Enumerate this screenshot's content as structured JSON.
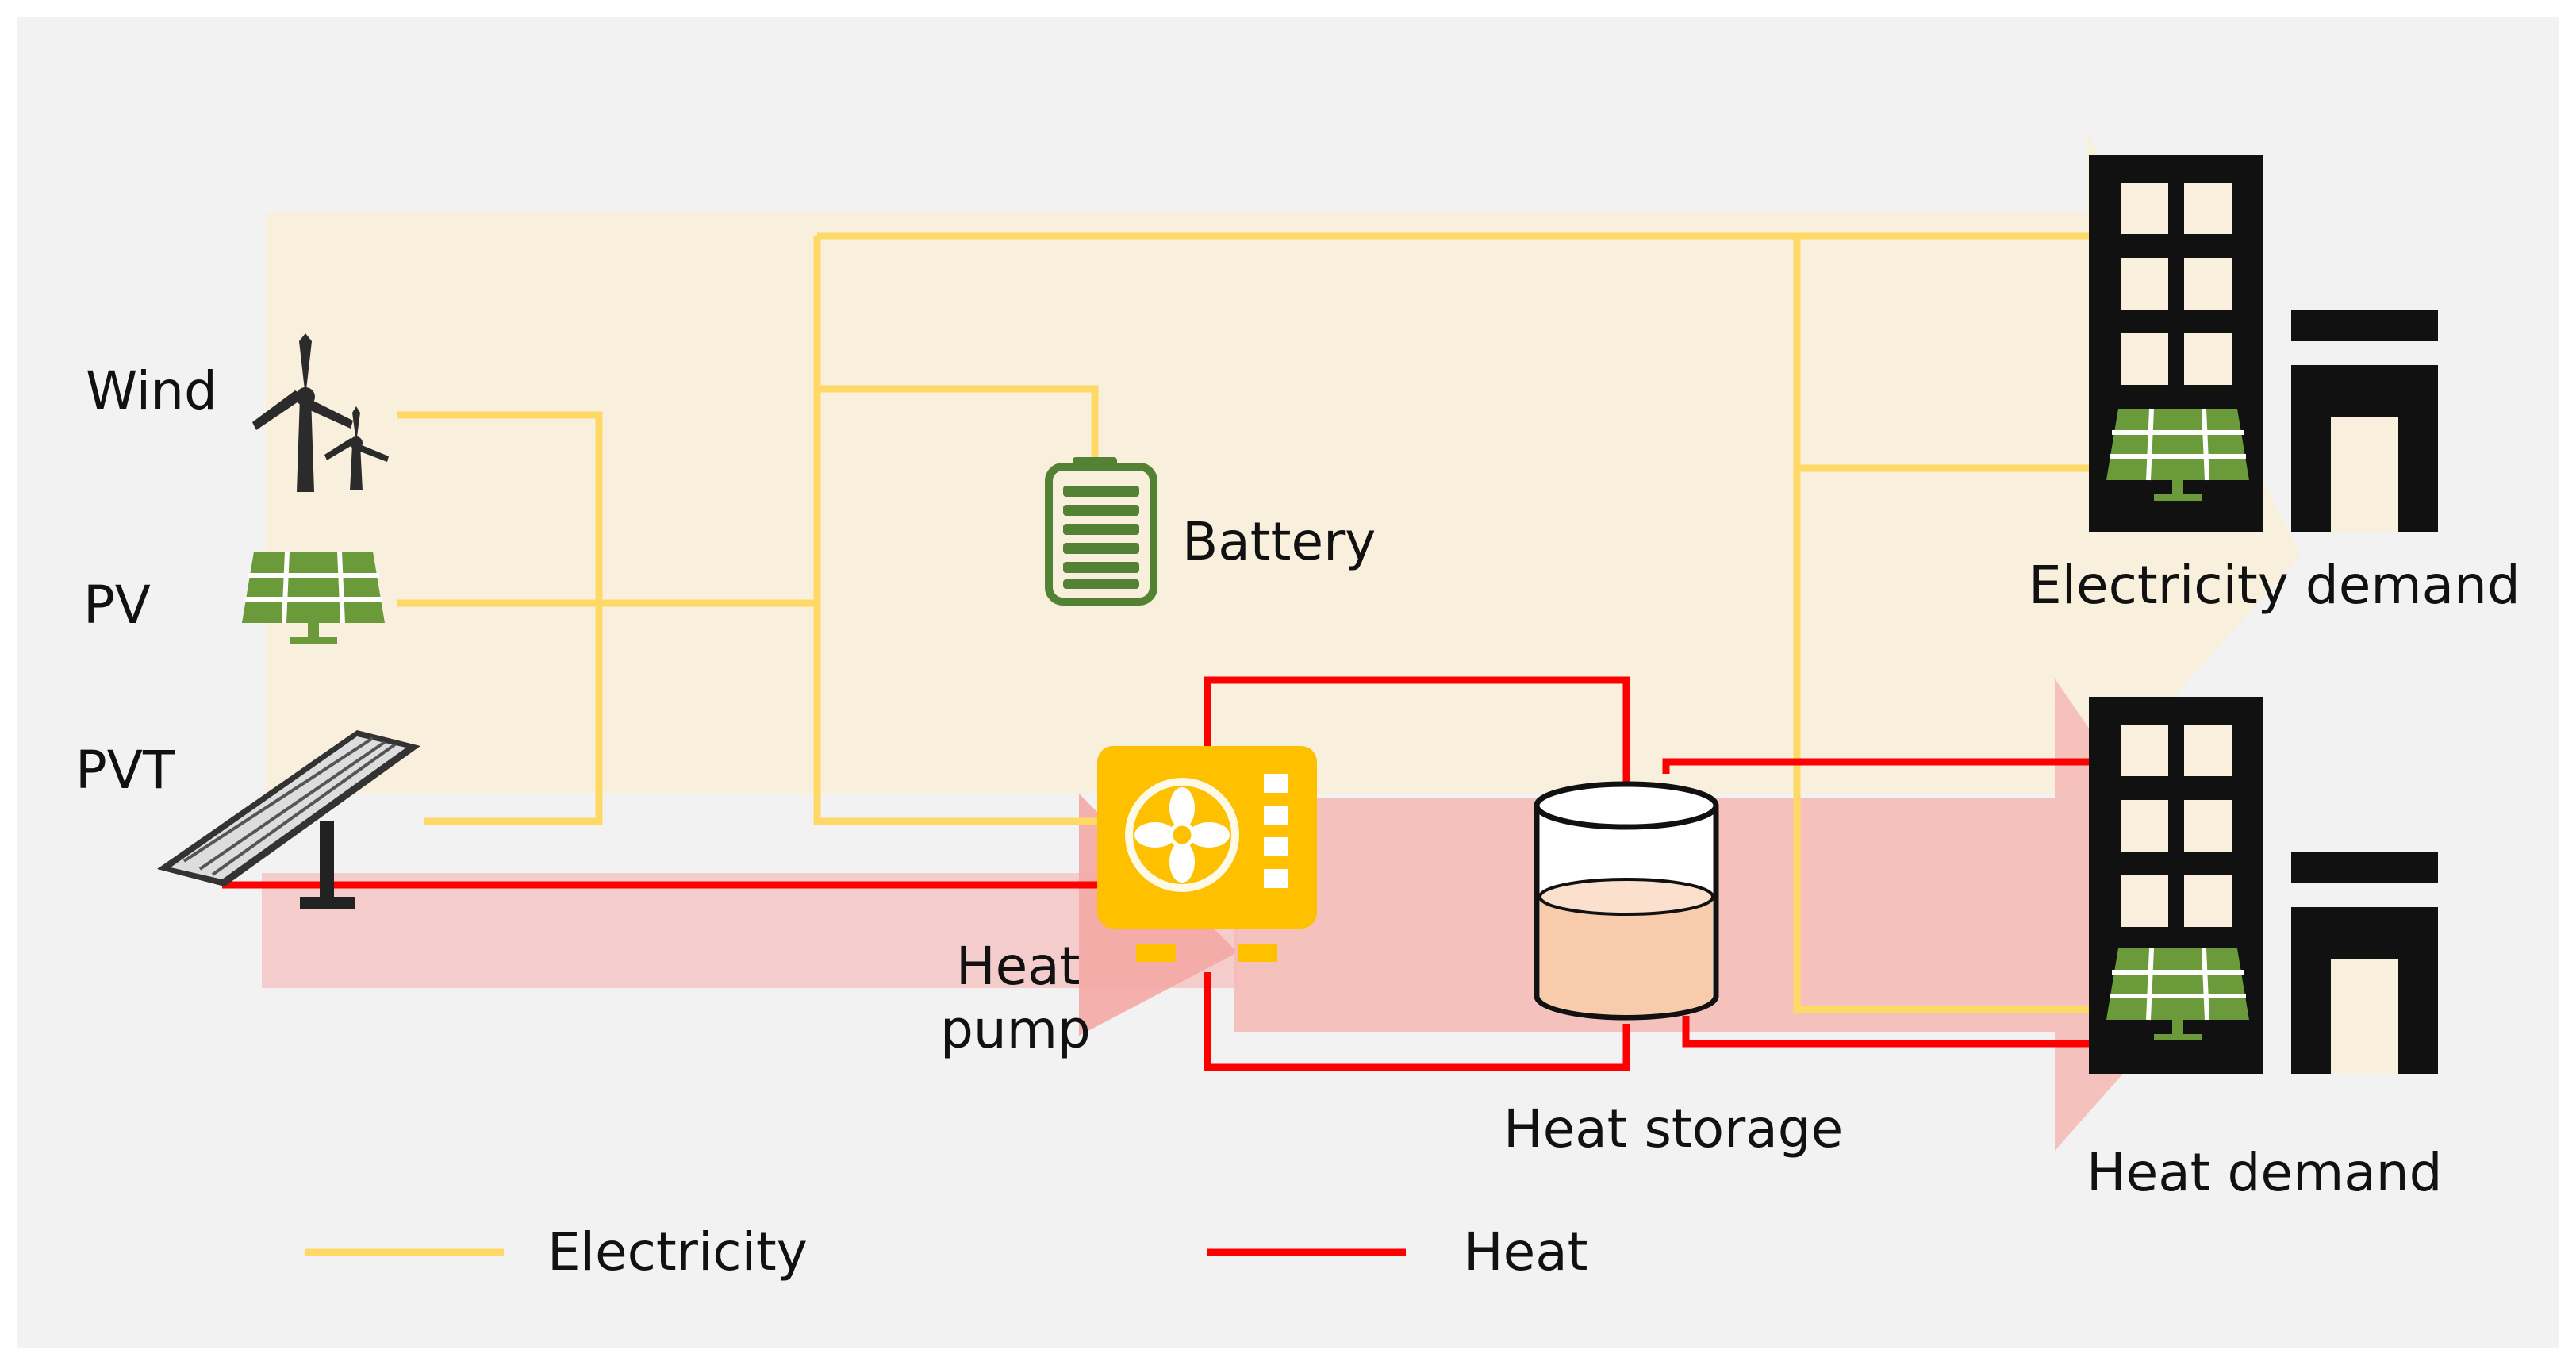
{
  "labels": {
    "wind": "Wind",
    "pv": "PV",
    "pvt": "PVT",
    "battery": "Battery",
    "heat_pump_line1": "Heat",
    "heat_pump_line2": "pump",
    "heat_storage": "Heat storage",
    "electricity_demand": "Electricity demand",
    "heat_demand": "Heat demand"
  },
  "legend": {
    "electricity": "Electricity",
    "heat": "Heat"
  },
  "colors": {
    "electricity": "#ffd966",
    "heat": "#ff0000",
    "electricity_flow": "#f8efdc",
    "heat_flow": "#f4b8b4",
    "panel_background": "#f2f2f2",
    "pv_green": "#6a9a3a",
    "heat_pump_orange": "#ffc000",
    "building": "#111111"
  },
  "icons": [
    "wind-turbine-icon",
    "pv-panel-icon",
    "pvt-collector-icon",
    "battery-icon",
    "heat-pump-icon",
    "heat-storage-tank-icon",
    "building-icon"
  ]
}
